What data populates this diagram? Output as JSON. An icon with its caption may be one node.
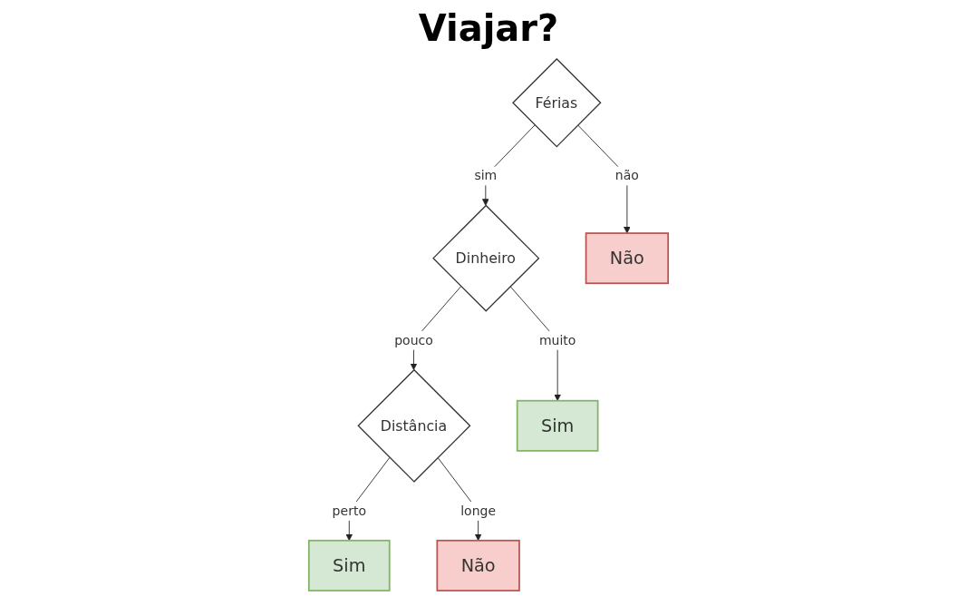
{
  "diagram": {
    "title": "Viajar?",
    "nodes": [
      {
        "text": [
          "Férias"
        ]
      },
      {
        "text": [
          "Dinheiro"
        ]
      },
      {
        "text": [
          "Não"
        ]
      },
      {
        "text": [
          "Distância"
        ]
      },
      {
        "text": [
          "Sim"
        ]
      },
      {
        "text": [
          "Sim"
        ]
      },
      {
        "text": [
          "Não"
        ]
      }
    ],
    "edges": [
      {
        "from": 0,
        "to": 1,
        "arrow": "to",
        "label": "sim"
      },
      {
        "from": 0,
        "to": 2,
        "arrow": "to",
        "label": "não"
      },
      {
        "from": 1,
        "to": 3,
        "arrow": "to",
        "label": "pouco"
      },
      {
        "from": 1,
        "to": 4,
        "arrow": "to",
        "label": "muito"
      },
      {
        "from": 3,
        "to": 5,
        "arrow": "to",
        "label": "perto"
      },
      {
        "from": 3,
        "to": 6,
        "arrow": "to",
        "label": "longe"
      }
    ]
  }
}
